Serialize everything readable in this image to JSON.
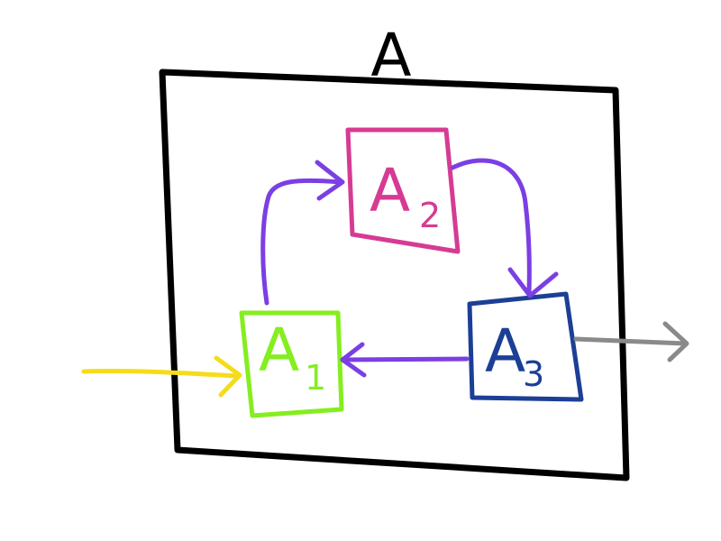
{
  "diagram": {
    "title": "A",
    "blocks": [
      {
        "id": "A1",
        "main": "A",
        "sub": "1",
        "color": "#84ee1f"
      },
      {
        "id": "A2",
        "main": "A",
        "sub": "2",
        "color": "#d63b93"
      },
      {
        "id": "A3",
        "main": "A",
        "sub": "3",
        "color": "#1c3f96"
      }
    ],
    "colors": {
      "container": "#000000",
      "feedback_arrows": "#7b3fe4",
      "input_arrow": "#f5dc1a",
      "output_arrow": "#8a8a8a"
    },
    "edges": [
      {
        "from": "input",
        "to": "A1"
      },
      {
        "from": "A1",
        "to": "A2"
      },
      {
        "from": "A2",
        "to": "A3"
      },
      {
        "from": "A3",
        "to": "A1"
      },
      {
        "from": "A3",
        "to": "output"
      }
    ]
  }
}
